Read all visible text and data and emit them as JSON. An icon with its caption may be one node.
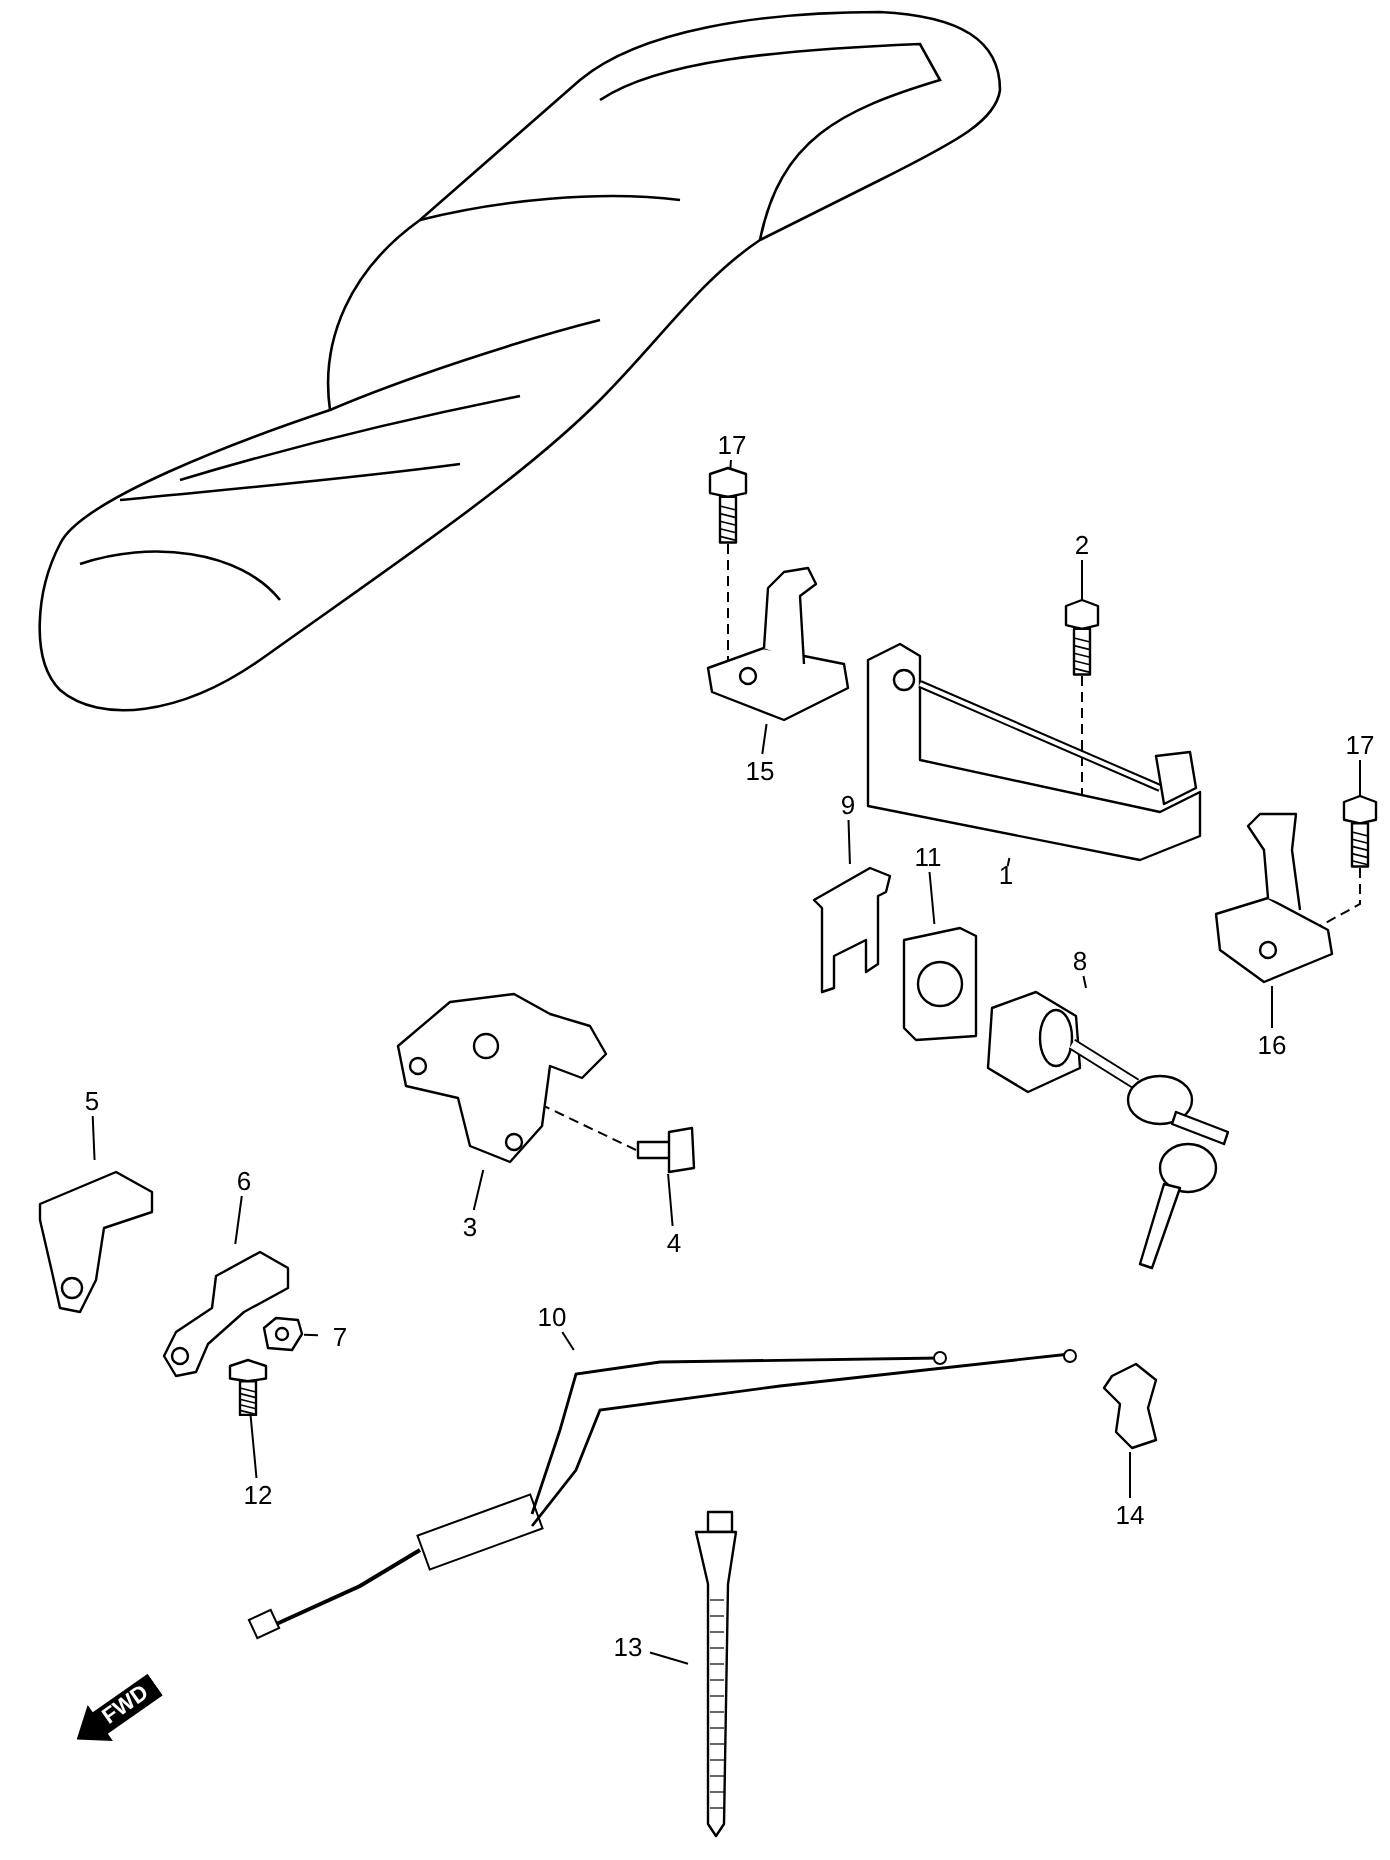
{
  "diagram": {
    "nodes": [
      {
        "text": [
          "17"
        ]
      },
      {
        "text": [],
        "shape": "picture"
      },
      {
        "text": [
          "15"
        ]
      },
      {
        "text": [],
        "shape": "picture"
      },
      {
        "text": [
          "2"
        ]
      },
      {
        "text": [],
        "shape": "picture"
      },
      {
        "text": [
          "1"
        ]
      },
      {
        "text": [],
        "shape": "picture"
      },
      {
        "text": [
          "17"
        ]
      },
      {
        "text": [],
        "shape": "picture"
      },
      {
        "text": [
          "16"
        ]
      },
      {
        "text": [],
        "shape": "picture"
      },
      {
        "text": [
          "9"
        ]
      },
      {
        "text": [],
        "shape": "picture"
      },
      {
        "text": [
          "11"
        ]
      },
      {
        "text": [],
        "shape": "picture"
      },
      {
        "text": [
          "8"
        ]
      },
      {
        "text": [],
        "shape": "picture"
      },
      {
        "text": [
          "3"
        ]
      },
      {
        "text": [],
        "shape": "picture"
      },
      {
        "text": [
          "4"
        ]
      },
      {
        "text": [],
        "shape": "picture"
      },
      {
        "text": [
          "5"
        ]
      },
      {
        "text": [],
        "shape": "picture"
      },
      {
        "text": [
          "6"
        ]
      },
      {
        "text": [],
        "shape": "picture"
      },
      {
        "text": [
          "7"
        ]
      },
      {
        "text": [],
        "shape": "picture"
      },
      {
        "text": [
          "12"
        ]
      },
      {
        "text": [],
        "shape": "picture"
      },
      {
        "text": [
          "10"
        ]
      },
      {
        "text": [],
        "shape": "picture"
      },
      {
        "text": [
          "14"
        ]
      },
      {
        "text": [],
        "shape": "picture"
      },
      {
        "text": [
          "13"
        ]
      },
      {
        "text": [],
        "shape": "picture"
      }
    ],
    "edges": [
      {
        "from": 0,
        "to": 1,
        "arrow": "none"
      },
      {
        "from": 2,
        "to": 3,
        "arrow": "none"
      },
      {
        "from": 4,
        "to": 5,
        "arrow": "none"
      },
      {
        "from": 6,
        "to": 7,
        "arrow": "none"
      },
      {
        "from": 8,
        "to": 9,
        "arrow": "none"
      },
      {
        "from": 10,
        "to": 11,
        "arrow": "none"
      },
      {
        "from": 12,
        "to": 13,
        "arrow": "none"
      },
      {
        "from": 14,
        "to": 15,
        "arrow": "none"
      },
      {
        "from": 16,
        "to": 17,
        "arrow": "none"
      },
      {
        "from": 18,
        "to": 19,
        "arrow": "none"
      },
      {
        "from": 20,
        "to": 21,
        "arrow": "none"
      },
      {
        "from": 22,
        "to": 23,
        "arrow": "none"
      },
      {
        "from": 24,
        "to": 25,
        "arrow": "none"
      },
      {
        "from": 26,
        "to": 27,
        "arrow": "none"
      },
      {
        "from": 28,
        "to": 29,
        "arrow": "none"
      },
      {
        "from": 30,
        "to": 31,
        "arrow": "none"
      },
      {
        "from": 32,
        "to": 33,
        "arrow": "none"
      },
      {
        "from": 34,
        "to": 35,
        "arrow": "none"
      },
      {
        "from": 1,
        "to": 3,
        "arrow": "none",
        "style": "dashed"
      },
      {
        "from": 5,
        "to": 7,
        "arrow": "none",
        "style": "dashed"
      },
      {
        "from": 9,
        "to": 11,
        "arrow": "none",
        "style": "dashed"
      },
      {
        "from": 21,
        "to": 19,
        "arrow": "none",
        "style": "dashed"
      }
    ],
    "labels": [
      "FWD"
    ]
  }
}
